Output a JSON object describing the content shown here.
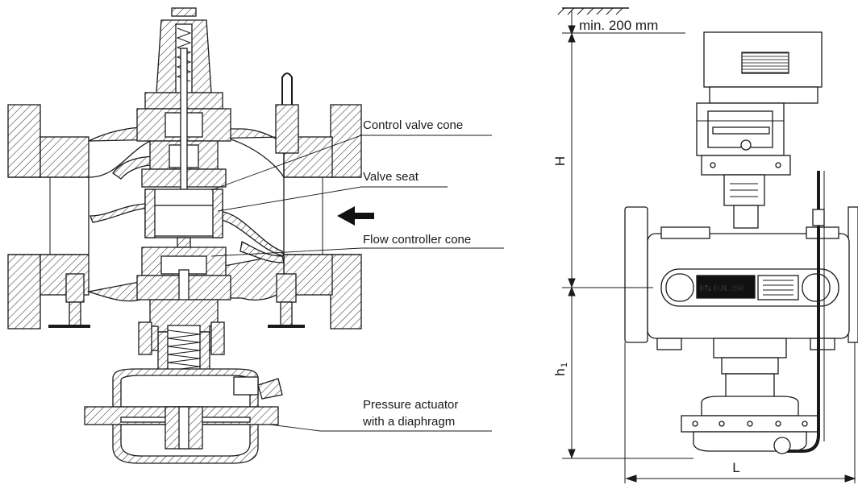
{
  "labels": {
    "control_valve_cone": "Control valve cone",
    "valve_seat": "Valve seat",
    "flow_controller_cone": "Flow controller cone",
    "pressure_actuator_line1": "Pressure actuator",
    "pressure_actuator_line2": "with a diaphragm"
  },
  "dimensions": {
    "clearance": "min. 200 mm",
    "height_upper": "H",
    "height_lower": "h",
    "height_lower_sub": "1",
    "length": "L"
  },
  "body_marking": {
    "material": "EN GJL 250"
  }
}
